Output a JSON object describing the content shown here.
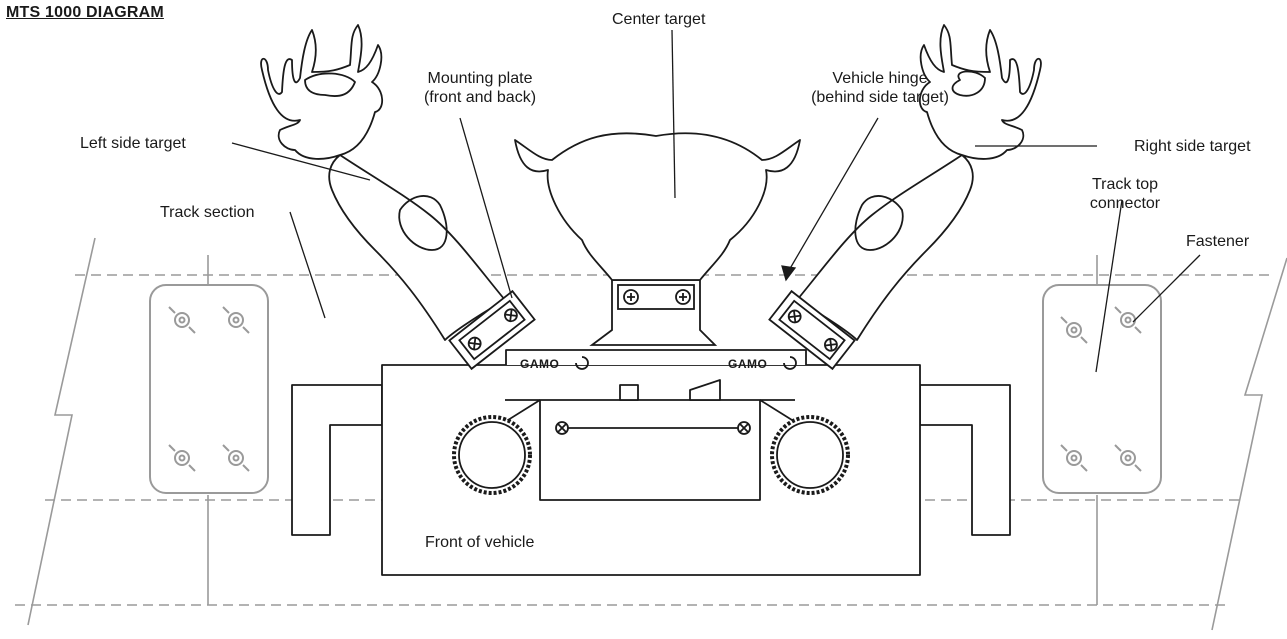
{
  "title": "MTS 1000 DIAGRAM",
  "labels": {
    "center_target": "Center target",
    "mounting_plate_1": "Mounting plate",
    "mounting_plate_2": "(front and back)",
    "vehicle_hinge_1": "Vehicle hinge",
    "vehicle_hinge_2": "(behind side target)",
    "left_side_target": "Left side target",
    "right_side_target": "Right side target",
    "track_section": "Track section",
    "track_top_connector_1": "Track top",
    "track_top_connector_2": "connector",
    "fastener": "Fastener",
    "front_of_vehicle": "Front of vehicle"
  },
  "brand": {
    "left": "GAMO",
    "right": "GAMO"
  },
  "colors": {
    "line": "#1a1a1a",
    "track_gray": "#9a9a9a",
    "paper": "#ffffff"
  }
}
